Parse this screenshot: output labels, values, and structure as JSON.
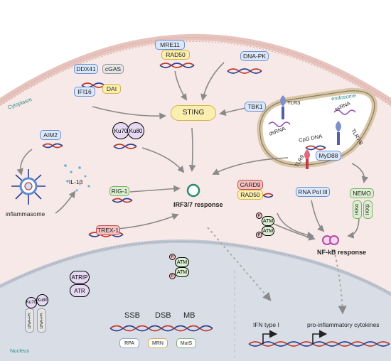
{
  "compartments": {
    "cytoplasm": "Cytoplasm",
    "nucleus": "Nucleus",
    "endosome": "endosome",
    "inflammasome": "inflammasome"
  },
  "sensors": {
    "mre11": "MRE11",
    "rad50_top": "RAD50",
    "dna_pk": "DNA-PK",
    "ddx41": "DDX41",
    "cgas": "cGAS",
    "ifi16": "IFI16",
    "dai": "DAI",
    "sting": "STING",
    "tbk1": "TBK1",
    "aim2": "AIM2",
    "il1b": "IL-1β",
    "ku70": "Ku70",
    "ku80": "Ku80",
    "rig1": "RIG-1",
    "trex1": "TREX-1",
    "card9": "CARD9",
    "rad50_mid": "RAD50",
    "rna_pol3": "RNA Pol III",
    "nemo": "NEMO",
    "ikka": "IKKα",
    "ikkb": "IKKβ",
    "myd88": "MyD88",
    "atm": "ATM",
    "p": "P"
  },
  "endosome_labels": {
    "tlr3": "TLR3",
    "dsrna": "dsRNA",
    "ssrna": "ssRNA",
    "tlr78": "TLR7/8",
    "cpg_dna": "CpG DNA",
    "tlr9": "TLR9"
  },
  "responses": {
    "irf": "IRF3/7 response",
    "nfkb": "NF-kB response"
  },
  "nucleus": {
    "atrip": "ATRIP",
    "atr": "ATR",
    "ku70": "Ku70",
    "ku80": "Ku80",
    "dnapk_1": "DNA-PK",
    "dnapk_2": "DNA-PK",
    "ssb": "SSB",
    "dsb": "DSB",
    "mb": "MB",
    "rpa": "RPA",
    "mrn": "MRN",
    "muts": "MutS",
    "ifn": "IFN type I",
    "cytokines": "pro-inflammatory cytokines"
  },
  "colors": {
    "cyto_bg": "#f7e9e7",
    "nucleus_bg": "#d9dee6",
    "membrane": "#e7c3bd",
    "arrow": "#8a8a8a",
    "teal_text": "#2a8c8c"
  }
}
